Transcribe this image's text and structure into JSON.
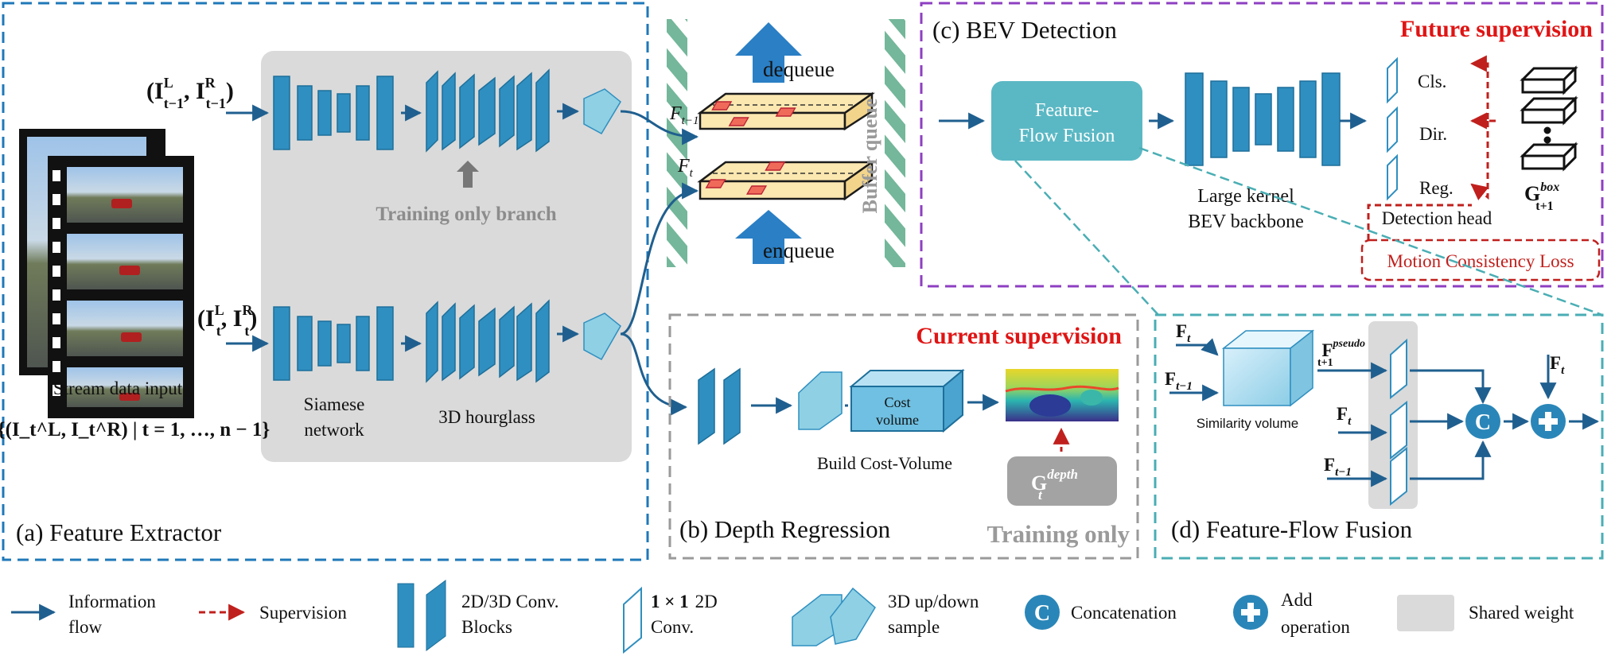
{
  "panels": {
    "a_title": "(a) Feature Extractor",
    "b_title": "(b) Depth Regression",
    "c_title": "(c) BEV Detection",
    "d_title": "(d) Feature-Flow Fusion"
  },
  "feature_extractor": {
    "input_prev": "(I",
    "input_prev_sub": "t−1",
    "input_prev_sup_l": "L",
    "input_prev_sup_r": "R",
    "input_cur_sub": "t",
    "training_only_branch": "Training only branch",
    "stream_label": "Stream data input",
    "stream_set": "{(I_t^L, I_t^R) | t = 1, …, n − 1}",
    "siamese_1": "Siamese",
    "siamese_2": "network",
    "hourglass": "3D hourglass"
  },
  "queue": {
    "dequeue": "dequeue",
    "enqueue": "enqueue",
    "buffer": "Buffer queue",
    "f_prev": "F",
    "f_prev_sub": "t−1",
    "f_cur": "F",
    "f_cur_sub": "t"
  },
  "bev_detection": {
    "future_supervision": "Future supervision",
    "fusion_1": "Feature-",
    "fusion_2": "Flow Fusion",
    "backbone_1": "Large kernel",
    "backbone_2": "BEV backbone",
    "head_cls": "Cls.",
    "head_dir": "Dir.",
    "head_reg": "Reg.",
    "head_label": "Detection head",
    "gt_box": "G",
    "gt_box_sup": "box",
    "gt_box_sub": "t+1",
    "motion_loss": "Motion Consistency Loss"
  },
  "depth_regression": {
    "current_supervision": "Current supervision",
    "cost_1": "Cost",
    "cost_2": "volume",
    "build_cost": "Build Cost-Volume",
    "gt_depth": "G",
    "gt_depth_sup": "depth",
    "gt_depth_sub": "t",
    "training_only": "Training only"
  },
  "feature_flow_fusion": {
    "ft": "F",
    "ft_sub": "t",
    "ft1": "F",
    "ft1_sub": "t−1",
    "pseudo": "pseudo",
    "pseudo_sub": "t+1",
    "similarity": "Similarity volume",
    "concat_symbol": "C"
  },
  "legend": {
    "info_flow_1": "Information",
    "info_flow_2": "flow",
    "supervision": "Supervision",
    "conv_1": "2D/3D Conv.",
    "conv_2": "Blocks",
    "onebyone_1": "1 × 1",
    "onebyone_1b": "2D",
    "onebyone_2": "Conv.",
    "updown_1": "3D up/down",
    "updown_2": "sample",
    "concat": "Concatenation",
    "add_1": "Add",
    "add_2": "operation",
    "shared": "Shared weight"
  },
  "colors": {
    "blue_dash": "#1f78b8",
    "gray_dash": "#9a9a9a",
    "purple_dash": "#8e3fc2",
    "teal_dash": "#4aaeb4",
    "block": "#2f8fc0",
    "block_dark": "#1d6f9a",
    "fusion_box": "#5ab8c4",
    "supervision_red": "#c0201d",
    "title_red": "#e01414",
    "shared_gray": "#dadada",
    "queue_green": "#74b79a"
  }
}
